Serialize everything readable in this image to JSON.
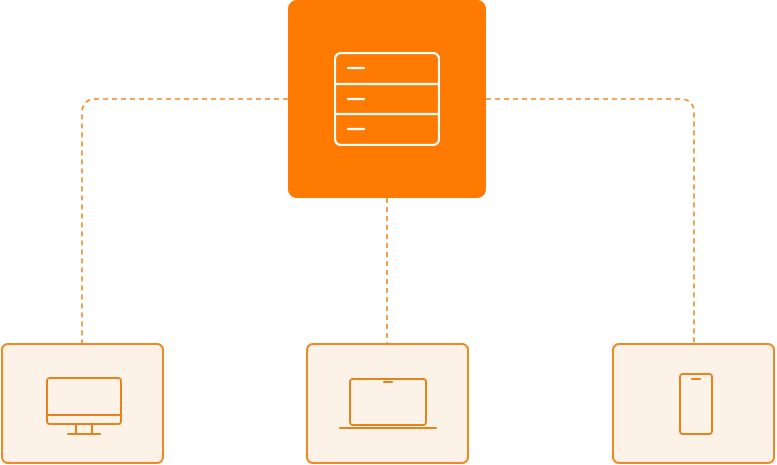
{
  "diagram": {
    "type": "network-topology",
    "hub": {
      "icon": "server-icon"
    },
    "nodes": [
      {
        "id": "desktop",
        "icon": "desktop-monitor-icon"
      },
      {
        "id": "laptop",
        "icon": "laptop-icon"
      },
      {
        "id": "phone",
        "icon": "smartphone-icon"
      }
    ],
    "edges": [
      {
        "from": "hub",
        "to": "desktop",
        "style": "dashed"
      },
      {
        "from": "hub",
        "to": "laptop",
        "style": "dashed"
      },
      {
        "from": "hub",
        "to": "phone",
        "style": "dashed"
      }
    ]
  },
  "colors": {
    "accent": "#ff7a00",
    "line": "#ef8a22",
    "device_bg": "#fdf2e7",
    "device_border": "#ef8a22",
    "icon_stroke_light": "#ffffff",
    "icon_stroke_dark": "#e8831c"
  }
}
